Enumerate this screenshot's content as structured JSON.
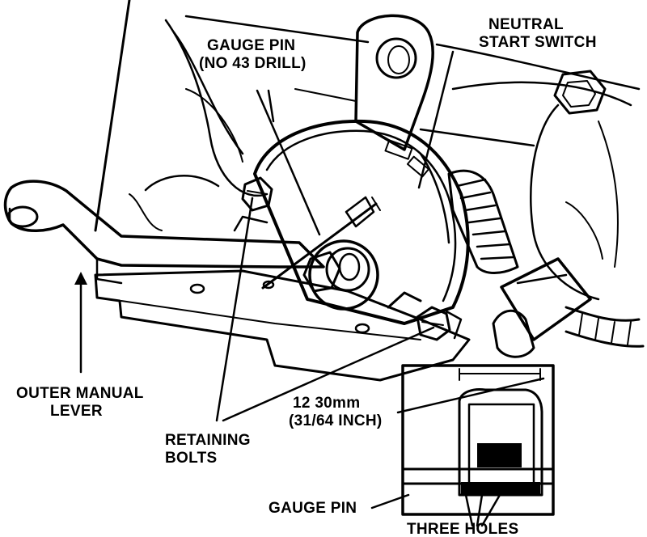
{
  "colors": {
    "ink": "#000000",
    "paper": "#ffffff"
  },
  "labels": {
    "gauge_pin_top": "GAUGE PIN",
    "gauge_pin_drill": "(NO 43 DRILL)",
    "neutral": "NEUTRAL",
    "start_switch": "START SWITCH",
    "outer_manual": "OUTER MANUAL",
    "lever": "LEVER",
    "dimension_mm": "12 30mm",
    "dimension_inch": "(31/64 INCH)",
    "retaining": "RETAINING",
    "bolts": "BOLTS",
    "gauge_pin_bottom": "GAUGE PIN",
    "three_holes": "THREE HOLES"
  }
}
